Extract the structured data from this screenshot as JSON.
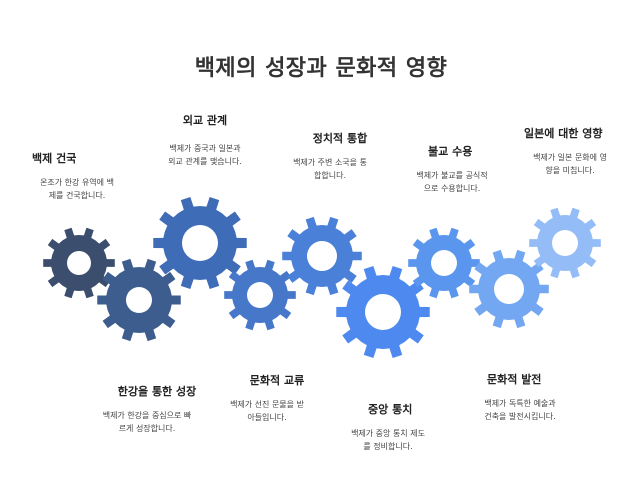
{
  "title": "백제의 성장과 문화적 영향",
  "steps": [
    {
      "heading": "백제 건국",
      "desc_1": "온조가 한강 유역에 백",
      "desc_2": "제를 건국합니다.",
      "color": "#3b4e6e"
    },
    {
      "heading": "한강을 통한 성장",
      "desc_1": "백제가 한강을 중심으로 빠",
      "desc_2": "르게 성장합니다.",
      "color": "#3e5d8f"
    },
    {
      "heading": "외교 관계",
      "desc_1": "백제가 중국과 일본과",
      "desc_2": "외교 관계를 맺습니다.",
      "color": "#3f6cb6"
    },
    {
      "heading": "문화적 교류",
      "desc_1": "백제가 선진 문물을 받",
      "desc_2": "아들입니다.",
      "color": "#4677c9"
    },
    {
      "heading": "정치적 통합",
      "desc_1": "백제가 주변 소국을 통",
      "desc_2": "합합니다.",
      "color": "#4b80d8"
    },
    {
      "heading": "중앙 통치",
      "desc_1": "백제가 중앙 통치 제도",
      "desc_2": "를 정비합니다.",
      "color": "#4d89ee"
    },
    {
      "heading": "불교 수용",
      "desc_1": "백제가 불교를 공식적",
      "desc_2": "으로 수용합니다.",
      "color": "#5b96ee"
    },
    {
      "heading": "문화적 발전",
      "desc_1": "백제가 독특한 예술과",
      "desc_2": "건축을 발전시킵니다.",
      "color": "#73a7f2"
    },
    {
      "heading": "일본에 대한 영향",
      "desc_1": "백제가 일본 문화에 영",
      "desc_2": "향을 미칩니다.",
      "color": "#94bdf7"
    }
  ]
}
